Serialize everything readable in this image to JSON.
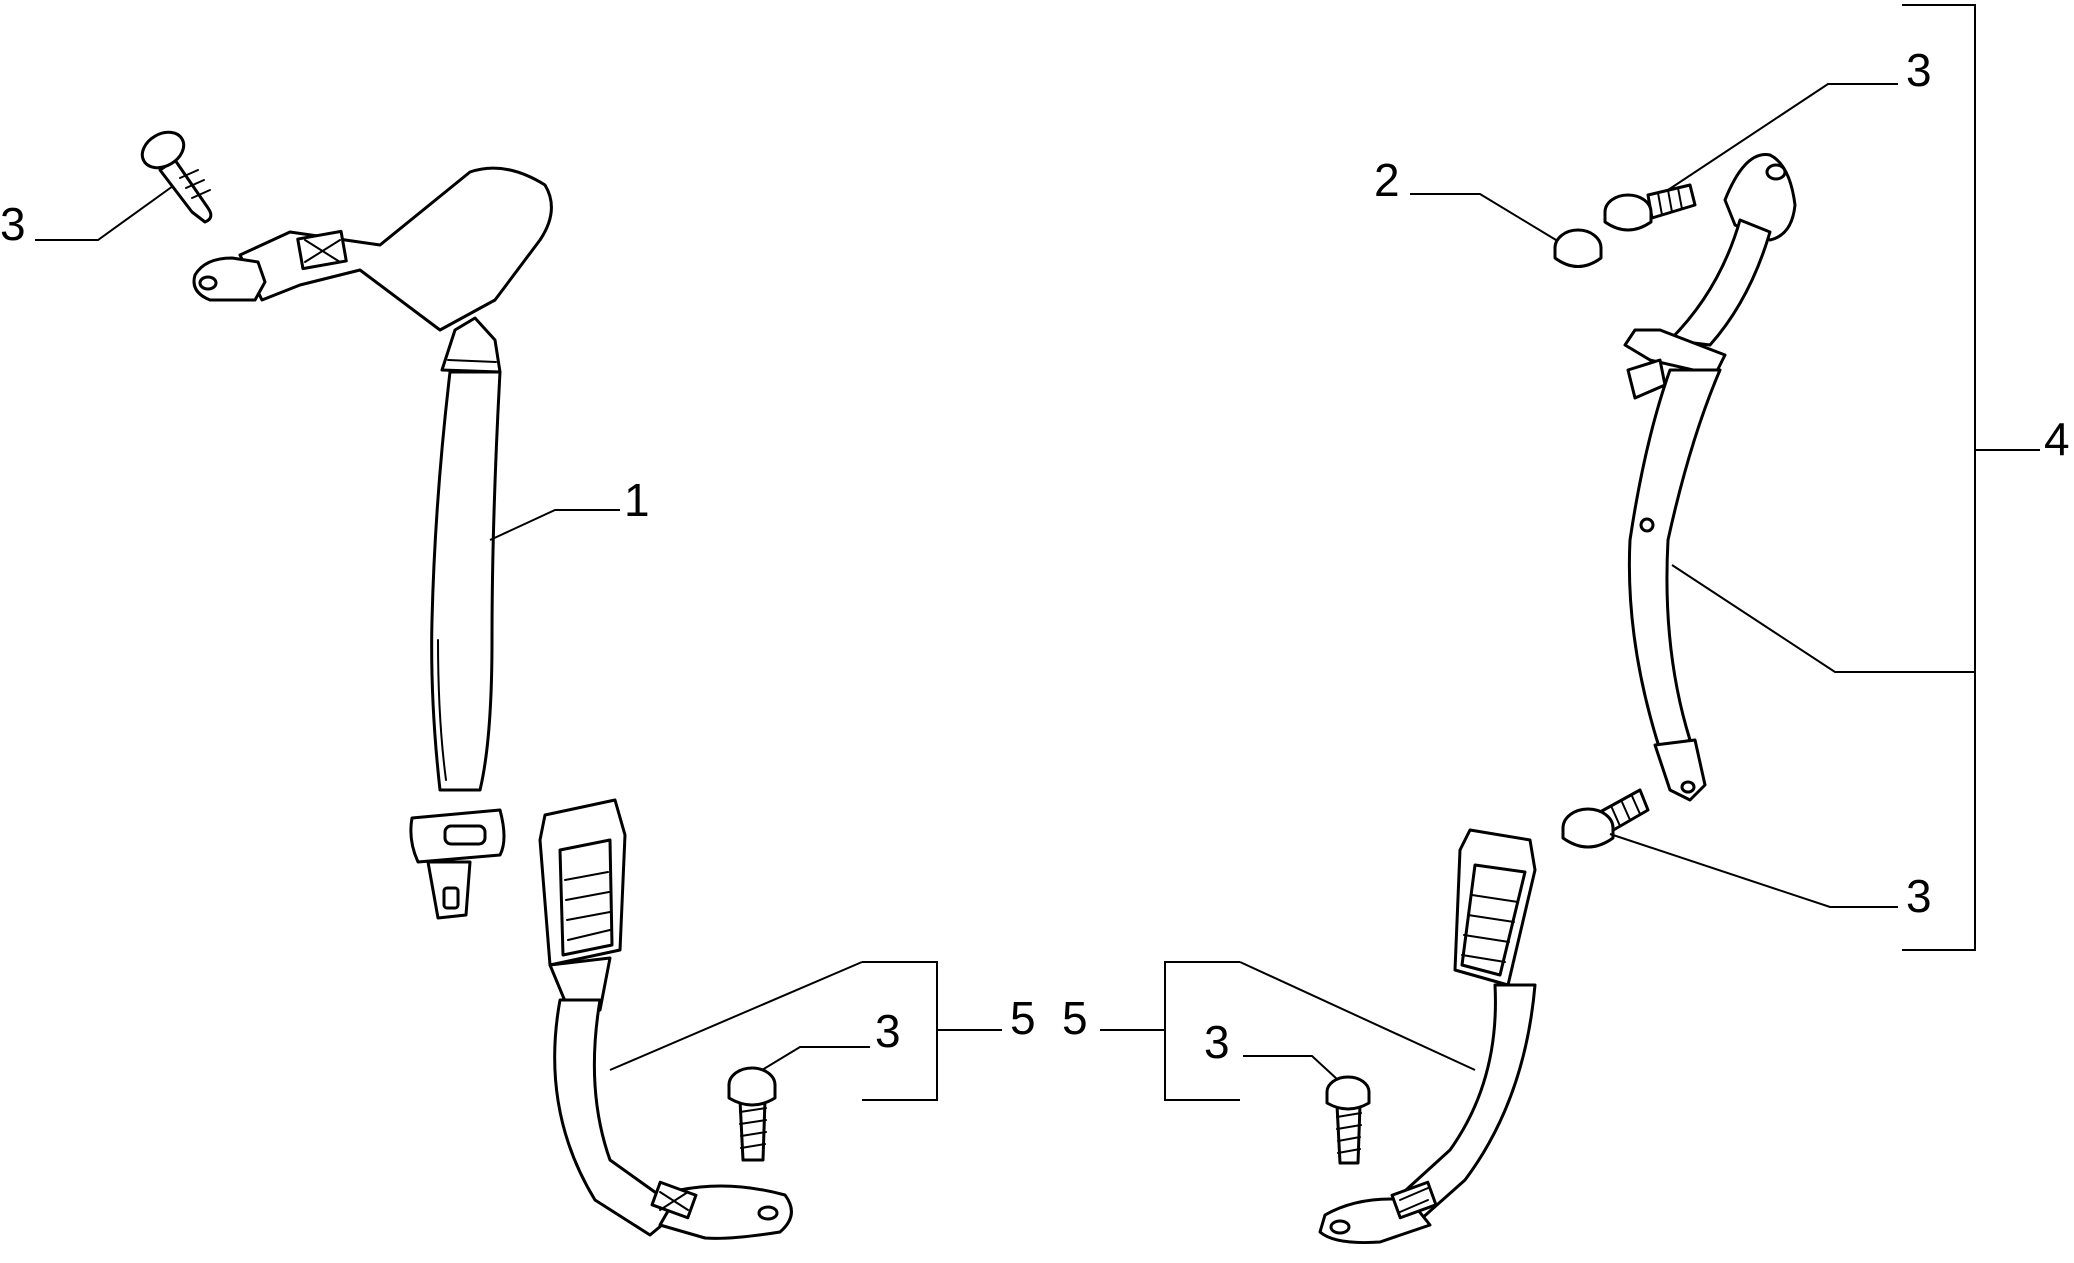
{
  "callouts": {
    "left_belt": "1",
    "left_bolt_top": "3",
    "cap": "2",
    "right_bolt_top": "3",
    "right_assembly": "4",
    "right_bolt_low": "3",
    "buckle_left_group": "5",
    "buckle_left_bolt": "3",
    "buckle_right_group": "5",
    "buckle_right_bolt": "3"
  }
}
